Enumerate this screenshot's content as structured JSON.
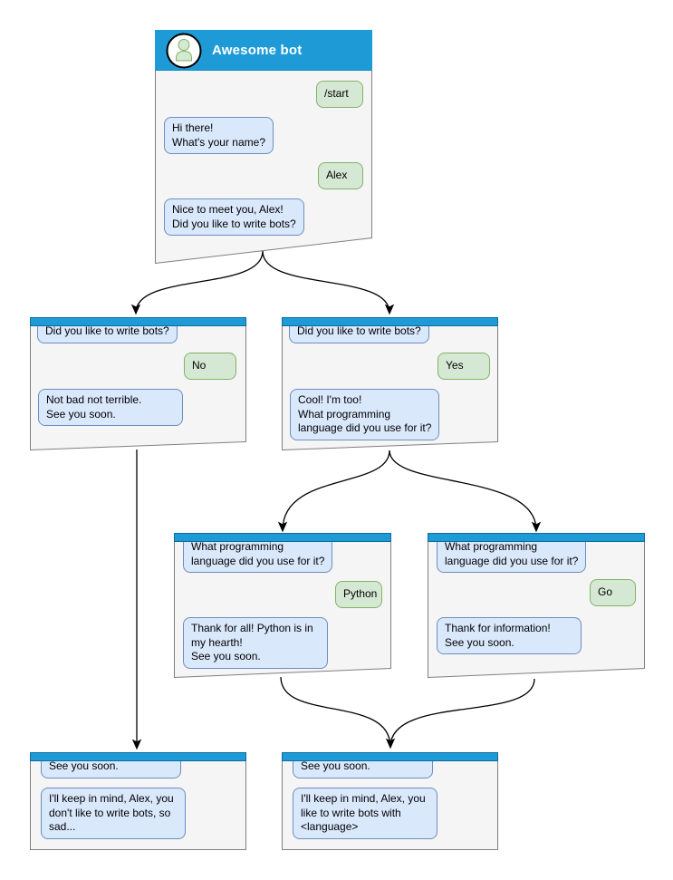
{
  "colors": {
    "header_blue": "#1e9bd7",
    "window_fill": "#f5f5f5",
    "window_border": "#808080",
    "bot_bubble_fill": "#dae8fc",
    "bot_bubble_border": "#6c8ebf",
    "user_bubble_fill": "#d5e8d4",
    "user_bubble_border": "#82b366",
    "arrow": "#000000"
  },
  "windows": {
    "start": {
      "title": "Awesome bot",
      "avatar_icon": "person-icon",
      "messages": {
        "start_cmd": "/start",
        "greeting": "Hi there!\nWhat's your name?",
        "name_answer": "Alex",
        "bots_question": "Nice to meet you, Alex!\nDid you like to write bots?"
      }
    },
    "branch_no": {
      "question": "Did you like to write bots?",
      "answer": "No",
      "reply": "Not bad not terrible.\nSee you soon."
    },
    "branch_yes": {
      "question": "Did you like to write bots?",
      "answer": "Yes",
      "reply": "Cool! I'm too!\nWhat programming\nlanguage did you use for it?"
    },
    "branch_python": {
      "question": "What programming\nlanguage did you use for it?",
      "answer": "Python",
      "reply": "Thank for all! Python is in\nmy hearth!\nSee you soon."
    },
    "branch_go": {
      "question": "What programming\nlanguage did you use for it?",
      "answer": "Go",
      "reply": "Thank for information!\nSee you soon."
    },
    "end_no": {
      "farewell": "See you soon.",
      "reply": "I'll keep in mind, Alex, you\ndon't like to write bots, so\nsad..."
    },
    "end_yes": {
      "farewell": "See you soon.",
      "reply": "I'll keep in mind, Alex, you\nlike to write bots with\n<language>"
    }
  }
}
